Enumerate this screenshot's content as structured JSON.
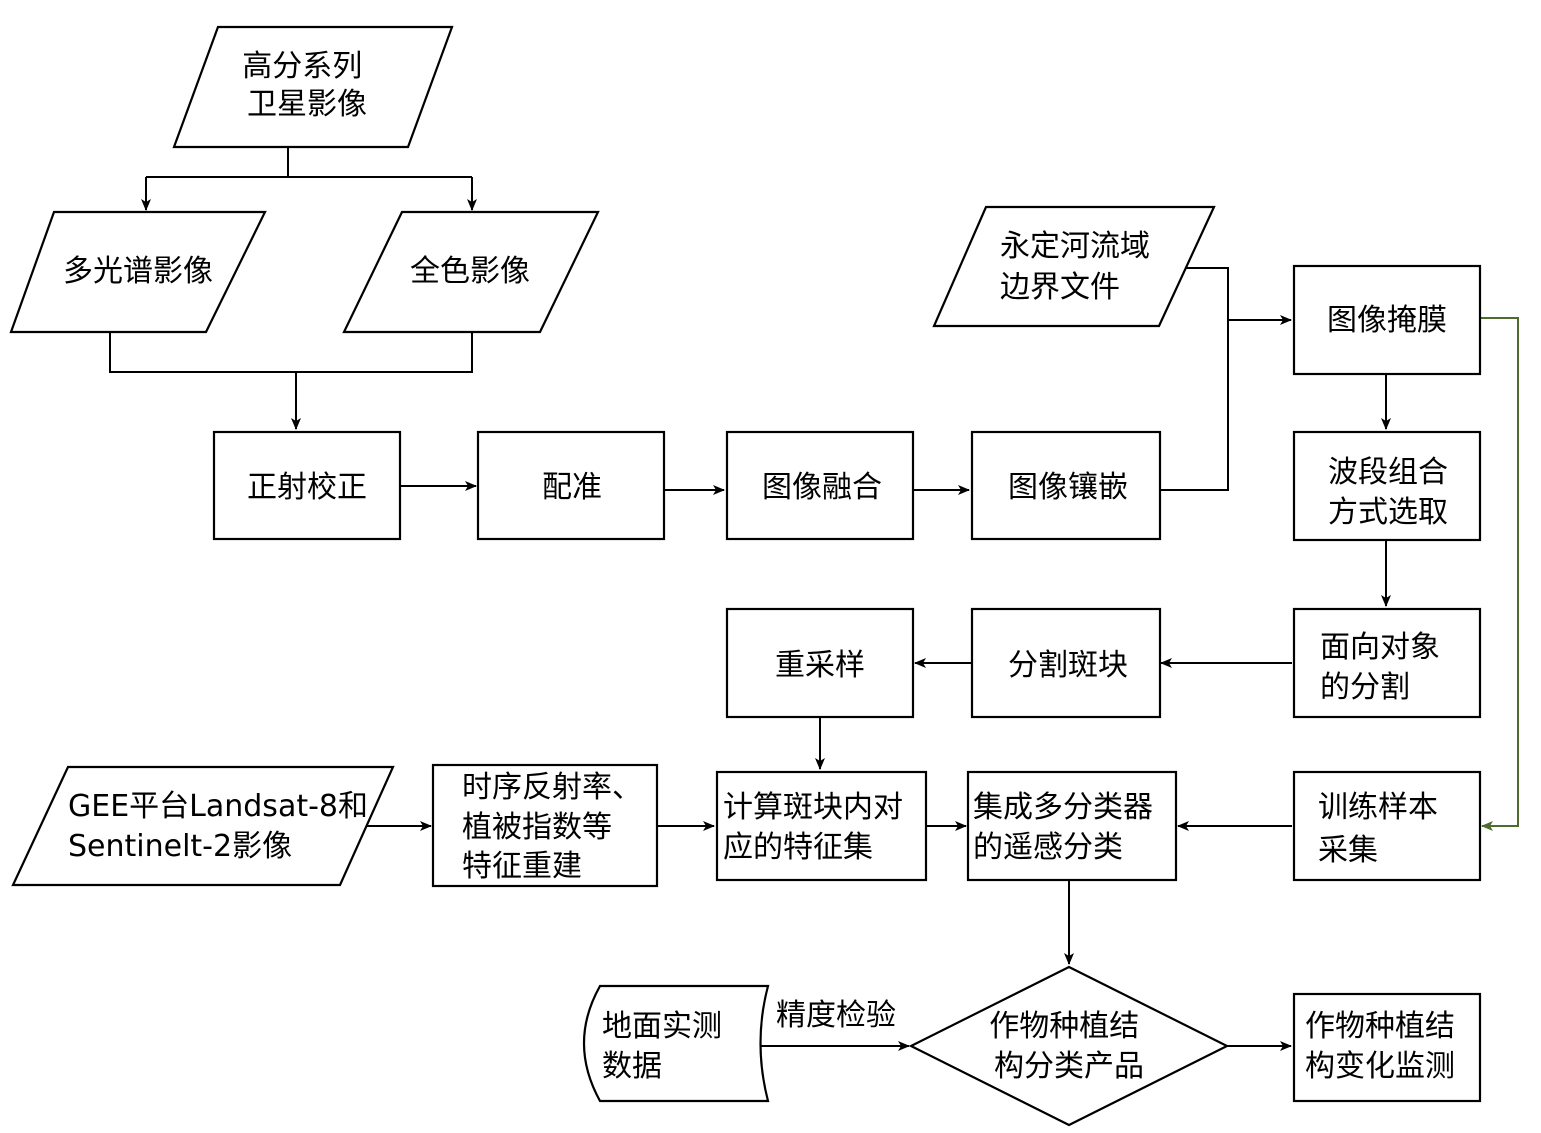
{
  "nodes": {
    "gf_images": [
      "高分系列",
      "卫星影像"
    ],
    "multispectral": [
      "多光谱影像"
    ],
    "panchromatic": [
      "全色影像"
    ],
    "ortho": [
      "正射校正"
    ],
    "register": [
      "配准"
    ],
    "fusion": [
      "图像融合"
    ],
    "mosaic": [
      "图像镶嵌"
    ],
    "boundary": [
      "永定河流域",
      "边界文件"
    ],
    "mask": [
      "图像掩膜"
    ],
    "band_combo": [
      "波段组合",
      "方式选取"
    ],
    "object_seg": [
      "面向对象",
      "的分割"
    ],
    "patches": [
      "分割斑块"
    ],
    "resample": [
      "重采样"
    ],
    "gee": [
      "GEE平台Landsat-8和",
      "Sentinelt-2影像"
    ],
    "feature_rebuild": [
      "时序反射率、",
      "植被指数等",
      "特征重建"
    ],
    "feature_set": [
      "计算斑块内对",
      "应的特征集"
    ],
    "ensemble": [
      "集成多分类器",
      "的遥感分类"
    ],
    "samples": [
      "训练样本",
      "采集"
    ],
    "ground_data": [
      "地面实测",
      "数据"
    ],
    "product": [
      "作物种植结",
      "构分类产品"
    ],
    "monitoring": [
      "作物种植结",
      "构变化监测"
    ]
  },
  "edge_labels": {
    "accuracy_check": "精度检验"
  },
  "colors": {
    "stroke": "#000000",
    "mask_to_samples": "#4f6b2f"
  }
}
